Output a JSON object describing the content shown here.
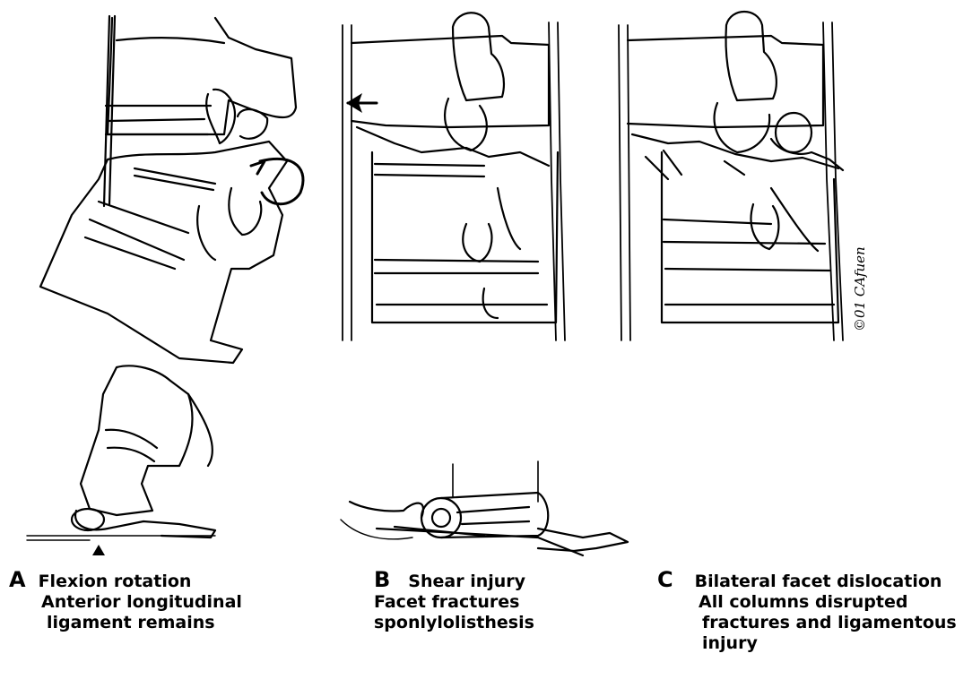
{
  "panels": [
    {
      "letter": "A",
      "lines": [
        "Flexion rotation",
        "Anterior longitudinal",
        "ligament remains"
      ]
    },
    {
      "letter": "B",
      "lines": [
        "Shear injury",
        "Facet fractures",
        "sponlylolisthesis"
      ]
    },
    {
      "letter": "C",
      "lines": [
        "Bilateral facet dislocation",
        "All columns disrupted",
        "fractures and ligamentous",
        "injury"
      ]
    }
  ],
  "signature": "©01 CAfuen",
  "colors": {
    "ink": "#000000",
    "paper": "#ffffff"
  }
}
